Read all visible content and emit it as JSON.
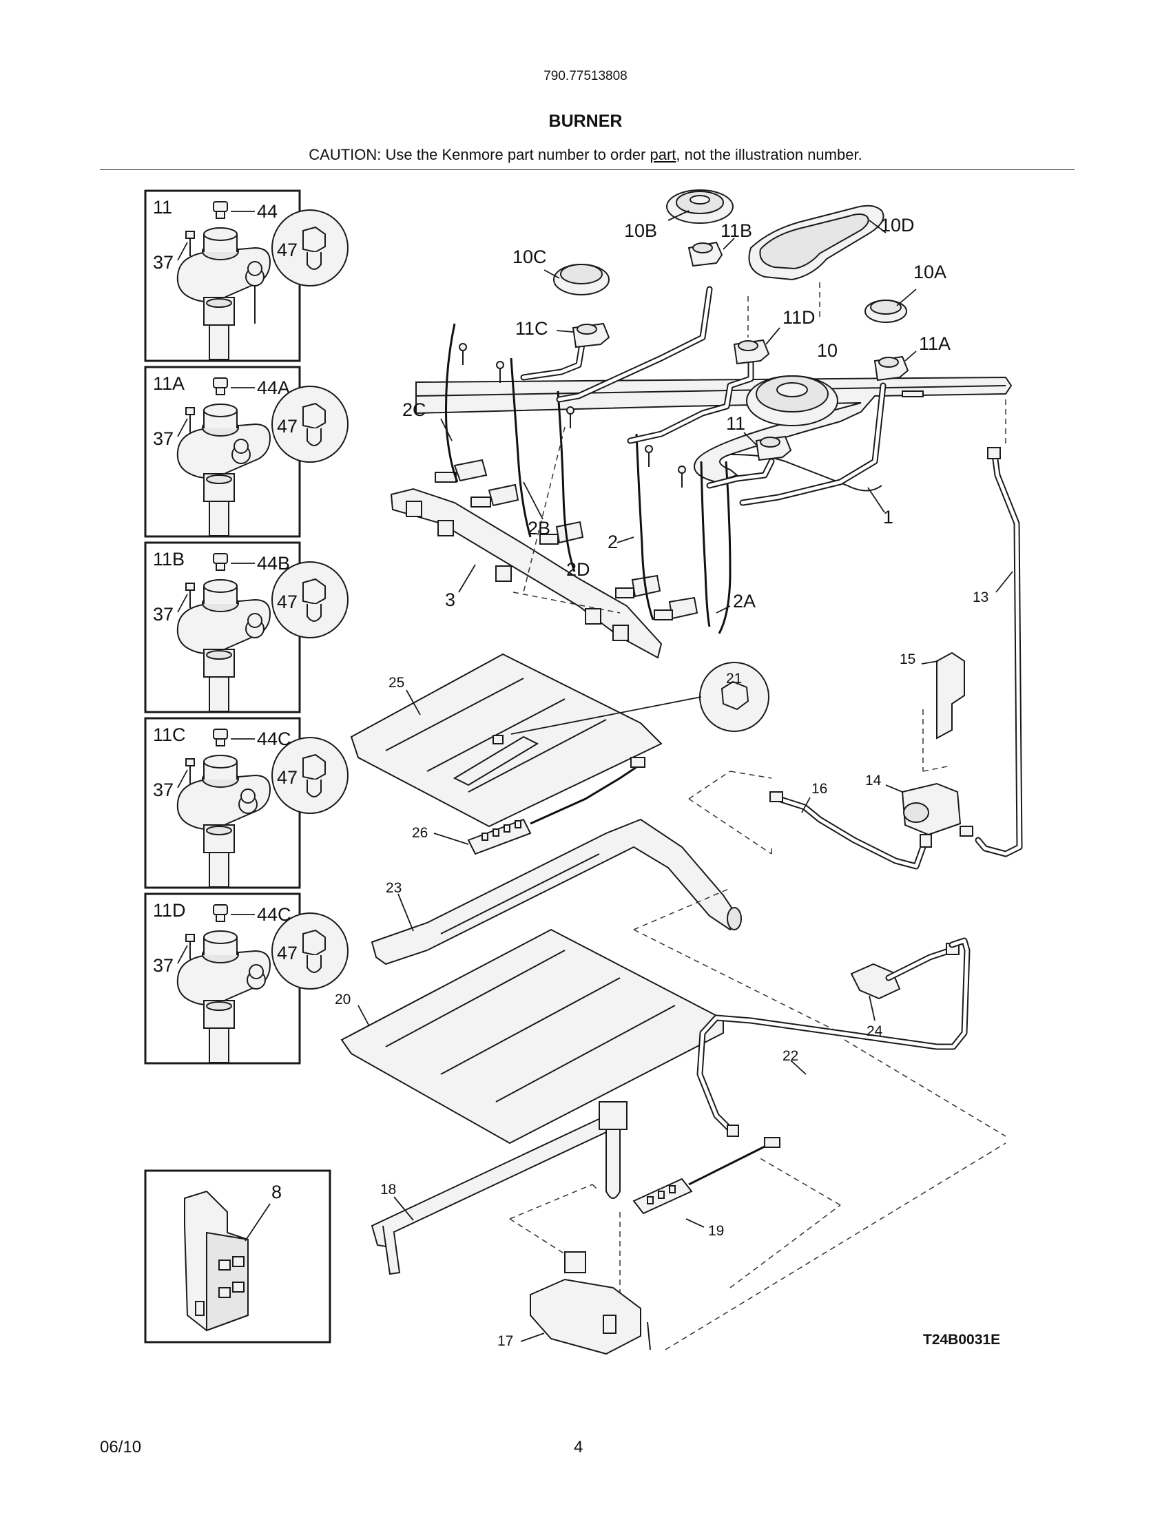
{
  "header": {
    "model_number": "790.77513808",
    "section_title": "BURNER",
    "caution_prefix": "CAUTION: Use the Kenmore part number to order ",
    "caution_link": "part",
    "caution_suffix": ", not the illustration number."
  },
  "footer": {
    "date": "06/10",
    "page_number": "4"
  },
  "diagram_code": "T24B0031E",
  "insets": [
    {
      "valve": "11",
      "cap": "44",
      "orifice": "47",
      "screw": "37"
    },
    {
      "valve": "11A",
      "cap": "44A",
      "orifice": "47",
      "screw": "37"
    },
    {
      "valve": "11B",
      "cap": "44B",
      "orifice": "47",
      "screw": "37"
    },
    {
      "valve": "11C",
      "cap": "44C",
      "orifice": "47",
      "screw": "37"
    },
    {
      "valve": "11D",
      "cap": "44C",
      "orifice": "47",
      "screw": "37"
    }
  ],
  "igniter_inset_label": "8",
  "callouts": {
    "p10B": "10B",
    "p11B": "11B",
    "p10D": "10D",
    "p10C": "10C",
    "p10A": "10A",
    "p11C": "11C",
    "p11D": "11D",
    "p10": "10",
    "p11A": "11A",
    "p11": "11",
    "p2C": "2C",
    "p2B": "2B",
    "p2D": "2D",
    "p2": "2",
    "p2A": "2A",
    "p1": "1",
    "p3": "3",
    "p13": "13",
    "p15": "15",
    "p21": "21",
    "p25": "25",
    "p16": "16",
    "p14": "14",
    "p26": "26",
    "p23": "23",
    "p20": "20",
    "p24": "24",
    "p22": "22",
    "p18": "18",
    "p19": "19",
    "p17": "17"
  }
}
